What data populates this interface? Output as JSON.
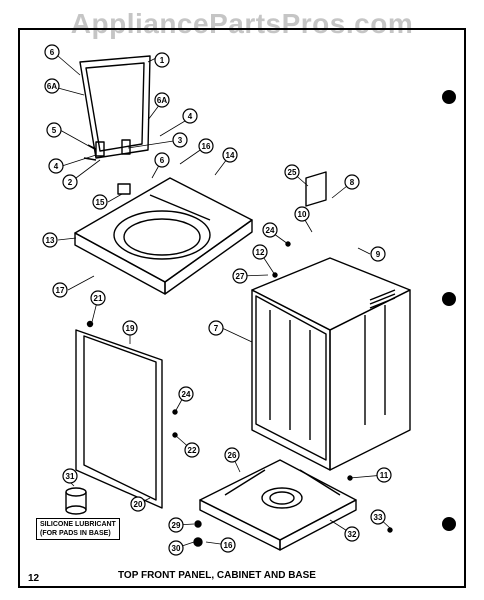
{
  "watermark": "AppliancePartsPros.com",
  "page_number": "12",
  "caption": "TOP FRONT PANEL, CABINET AND BASE",
  "note": {
    "line1": "SILICONE LUBRICANT",
    "line2": "(FOR PADS IN BASE)"
  },
  "callouts": [
    {
      "id": "c6",
      "text": "6"
    },
    {
      "id": "c6a",
      "text": "6A"
    },
    {
      "id": "c1",
      "text": "1"
    },
    {
      "id": "c6a2",
      "text": "6A"
    },
    {
      "id": "c4a",
      "text": "4"
    },
    {
      "id": "c5",
      "text": "5"
    },
    {
      "id": "c3",
      "text": "3"
    },
    {
      "id": "c4b",
      "text": "4"
    },
    {
      "id": "c2",
      "text": "2"
    },
    {
      "id": "c16a",
      "text": "16"
    },
    {
      "id": "c14",
      "text": "14"
    },
    {
      "id": "c6b",
      "text": "6"
    },
    {
      "id": "c15",
      "text": "15"
    },
    {
      "id": "c13",
      "text": "13"
    },
    {
      "id": "c17",
      "text": "17"
    },
    {
      "id": "c21",
      "text": "21"
    },
    {
      "id": "c19",
      "text": "19"
    },
    {
      "id": "c25",
      "text": "25"
    },
    {
      "id": "c8",
      "text": "8"
    },
    {
      "id": "c10",
      "text": "10"
    },
    {
      "id": "c24a",
      "text": "24"
    },
    {
      "id": "c12",
      "text": "12"
    },
    {
      "id": "c9",
      "text": "9"
    },
    {
      "id": "c27",
      "text": "27"
    },
    {
      "id": "c7",
      "text": "7"
    },
    {
      "id": "c24b",
      "text": "24"
    },
    {
      "id": "c22",
      "text": "22"
    },
    {
      "id": "c26",
      "text": "26"
    },
    {
      "id": "c11",
      "text": "11"
    },
    {
      "id": "c31",
      "text": "31"
    },
    {
      "id": "c20",
      "text": "20"
    },
    {
      "id": "c29",
      "text": "29"
    },
    {
      "id": "c30",
      "text": "30"
    },
    {
      "id": "c16b",
      "text": "16"
    },
    {
      "id": "c32",
      "text": "32"
    },
    {
      "id": "c33",
      "text": "33"
    }
  ]
}
